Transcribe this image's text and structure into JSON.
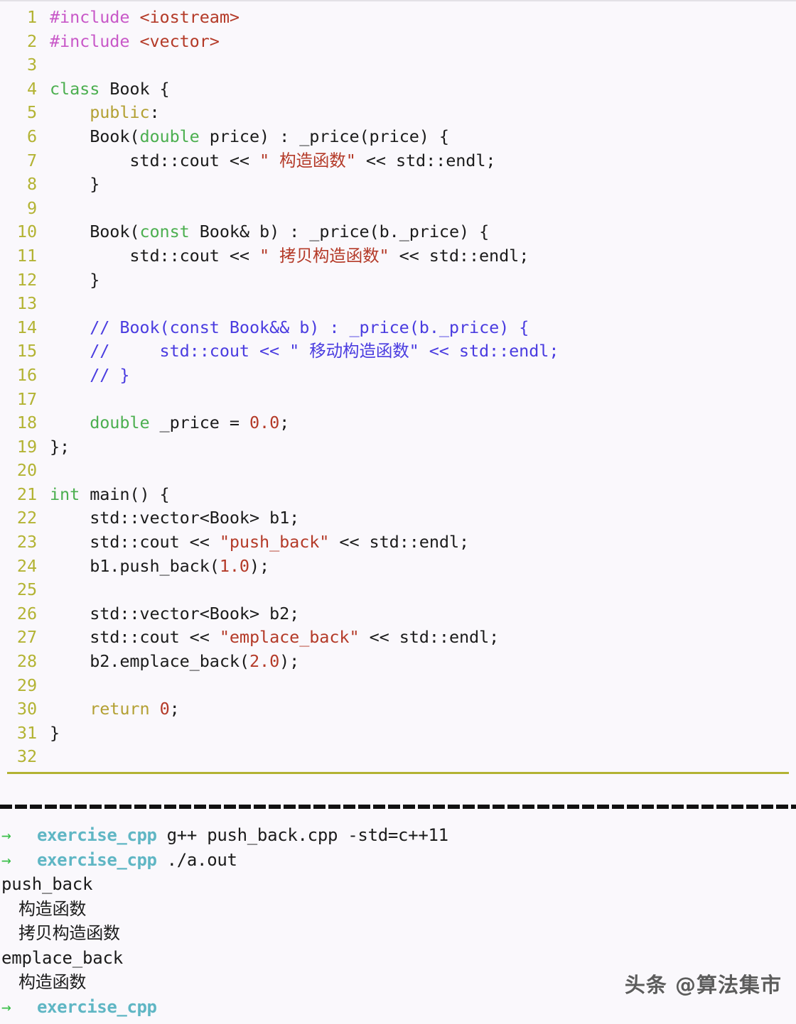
{
  "editor": {
    "language": "C++",
    "background": "#faf8fc",
    "gutter_color": "#b3b333",
    "lines": [
      {
        "n": "1",
        "tokens": [
          {
            "t": "#include ",
            "c": "t-pre"
          },
          {
            "t": "<iostream>",
            "c": "t-header"
          }
        ]
      },
      {
        "n": "2",
        "tokens": [
          {
            "t": "#include ",
            "c": "t-pre"
          },
          {
            "t": "<vector>",
            "c": "t-header"
          }
        ]
      },
      {
        "n": "3",
        "tokens": []
      },
      {
        "n": "4",
        "tokens": [
          {
            "t": "class",
            "c": "t-kw"
          },
          {
            "t": " Book {",
            "c": "t-plain"
          }
        ]
      },
      {
        "n": "5",
        "tokens": [
          {
            "t": "    ",
            "c": "t-plain"
          },
          {
            "t": "public",
            "c": "t-kw2"
          },
          {
            "t": ":",
            "c": "t-plain"
          }
        ]
      },
      {
        "n": "6",
        "tokens": [
          {
            "t": "    Book(",
            "c": "t-plain"
          },
          {
            "t": "double",
            "c": "t-kw"
          },
          {
            "t": " price) : _price(price) {",
            "c": "t-plain"
          }
        ]
      },
      {
        "n": "7",
        "tokens": [
          {
            "t": "        std::cout << ",
            "c": "t-plain"
          },
          {
            "t": "\" 构造函数\"",
            "c": "t-str"
          },
          {
            "t": " << std::endl;",
            "c": "t-plain"
          }
        ]
      },
      {
        "n": "8",
        "tokens": [
          {
            "t": "    }",
            "c": "t-plain"
          }
        ]
      },
      {
        "n": "9",
        "tokens": []
      },
      {
        "n": "10",
        "tokens": [
          {
            "t": "    Book(",
            "c": "t-plain"
          },
          {
            "t": "const",
            "c": "t-kw"
          },
          {
            "t": " Book& b) : _price(b._price) {",
            "c": "t-plain"
          }
        ]
      },
      {
        "n": "11",
        "tokens": [
          {
            "t": "        std::cout << ",
            "c": "t-plain"
          },
          {
            "t": "\" 拷贝构造函数\"",
            "c": "t-str"
          },
          {
            "t": " << std::endl;",
            "c": "t-plain"
          }
        ]
      },
      {
        "n": "12",
        "tokens": [
          {
            "t": "    }",
            "c": "t-plain"
          }
        ]
      },
      {
        "n": "13",
        "tokens": []
      },
      {
        "n": "14",
        "tokens": [
          {
            "t": "    // Book(const Book&& b) : _price(b._price) {",
            "c": "t-cmt"
          }
        ]
      },
      {
        "n": "15",
        "tokens": [
          {
            "t": "    //     std::cout << \" 移动构造函数\" << std::endl;",
            "c": "t-cmt"
          }
        ]
      },
      {
        "n": "16",
        "tokens": [
          {
            "t": "    // }",
            "c": "t-cmt"
          }
        ]
      },
      {
        "n": "17",
        "tokens": []
      },
      {
        "n": "18",
        "tokens": [
          {
            "t": "    ",
            "c": "t-plain"
          },
          {
            "t": "double",
            "c": "t-kw"
          },
          {
            "t": " _price = ",
            "c": "t-plain"
          },
          {
            "t": "0.0",
            "c": "t-num"
          },
          {
            "t": ";",
            "c": "t-plain"
          }
        ]
      },
      {
        "n": "19",
        "tokens": [
          {
            "t": "};",
            "c": "t-plain"
          }
        ]
      },
      {
        "n": "20",
        "tokens": []
      },
      {
        "n": "21",
        "tokens": [
          {
            "t": "int",
            "c": "t-kw"
          },
          {
            "t": " main() {",
            "c": "t-plain"
          }
        ]
      },
      {
        "n": "22",
        "tokens": [
          {
            "t": "    std::vector<Book> b1;",
            "c": "t-plain"
          }
        ]
      },
      {
        "n": "23",
        "tokens": [
          {
            "t": "    std::cout << ",
            "c": "t-plain"
          },
          {
            "t": "\"push_back\"",
            "c": "t-str"
          },
          {
            "t": " << std::endl;",
            "c": "t-plain"
          }
        ]
      },
      {
        "n": "24",
        "tokens": [
          {
            "t": "    b1.push_back(",
            "c": "t-plain"
          },
          {
            "t": "1.0",
            "c": "t-num"
          },
          {
            "t": ");",
            "c": "t-plain"
          }
        ]
      },
      {
        "n": "25",
        "tokens": []
      },
      {
        "n": "26",
        "tokens": [
          {
            "t": "    std::vector<Book> b2;",
            "c": "t-plain"
          }
        ]
      },
      {
        "n": "27",
        "tokens": [
          {
            "t": "    std::cout << ",
            "c": "t-plain"
          },
          {
            "t": "\"emplace_back\"",
            "c": "t-str"
          },
          {
            "t": " << std::endl;",
            "c": "t-plain"
          }
        ]
      },
      {
        "n": "28",
        "tokens": [
          {
            "t": "    b2.emplace_back(",
            "c": "t-plain"
          },
          {
            "t": "2.0",
            "c": "t-num"
          },
          {
            "t": ");",
            "c": "t-plain"
          }
        ]
      },
      {
        "n": "29",
        "tokens": []
      },
      {
        "n": "30",
        "tokens": [
          {
            "t": "    ",
            "c": "t-plain"
          },
          {
            "t": "return",
            "c": "t-kw2"
          },
          {
            "t": " ",
            "c": "t-plain"
          },
          {
            "t": "0",
            "c": "t-num"
          },
          {
            "t": ";",
            "c": "t-plain"
          }
        ]
      },
      {
        "n": "31",
        "tokens": [
          {
            "t": "}",
            "c": "t-plain"
          }
        ]
      },
      {
        "n": "32",
        "tokens": []
      }
    ]
  },
  "terminal": {
    "prompt_symbol": "→",
    "prompt_dir": "exercise_cpp",
    "arrow_color": "#3bbf4a",
    "dir_color": "#5fb6c4",
    "lines": [
      {
        "kind": "prompt",
        "dir": "exercise_cpp",
        "cmd": "g++ push_back.cpp -std=c++11"
      },
      {
        "kind": "prompt",
        "dir": "exercise_cpp",
        "cmd": "./a.out"
      },
      {
        "kind": "output",
        "text": "push_back",
        "indent": false
      },
      {
        "kind": "output",
        "text": "构造函数",
        "indent": true
      },
      {
        "kind": "output",
        "text": "拷贝构造函数",
        "indent": true
      },
      {
        "kind": "output",
        "text": "emplace_back",
        "indent": false
      },
      {
        "kind": "output",
        "text": "构造函数",
        "indent": true
      },
      {
        "kind": "prompt",
        "dir": "exercise_cpp",
        "cmd": ""
      }
    ]
  },
  "watermark": {
    "text": "头条 @算法集市"
  }
}
